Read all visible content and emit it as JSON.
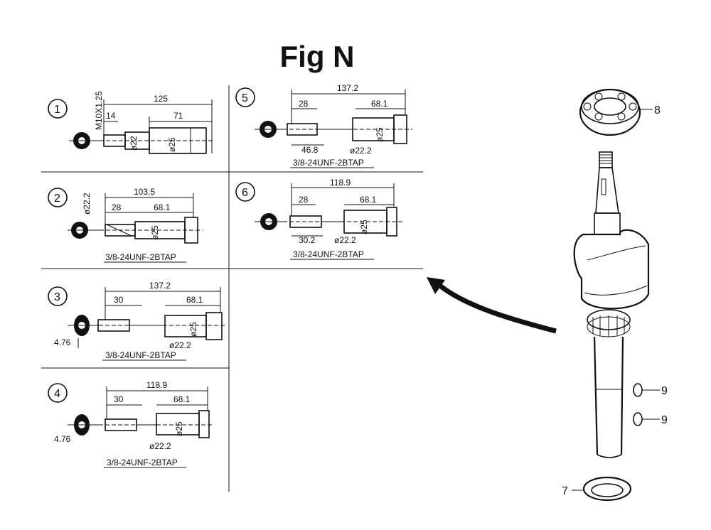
{
  "figure": {
    "title": "Fig N"
  },
  "variants": [
    {
      "id": "1",
      "dims": {
        "overall": "125",
        "thread": "M10X1.25",
        "a": "14",
        "b": "71",
        "d1": "ø22",
        "d2": "ø25"
      }
    },
    {
      "id": "2",
      "dims": {
        "overall": "103.5",
        "top": "ø22.2",
        "a": "28",
        "b": "68.1",
        "d2": "ø25"
      },
      "tap": "3/8-24UNF-2BTAP"
    },
    {
      "id": "3",
      "dims": {
        "overall": "137.2",
        "a": "30",
        "b": "68.1",
        "d1": "ø22.2",
        "d2": "ø25",
        "side": "4.76"
      },
      "tap": "3/8-24UNF-2BTAP"
    },
    {
      "id": "4",
      "dims": {
        "overall": "118.9",
        "a": "30",
        "b": "68.1",
        "d1": "ø22.2",
        "d2": "ø25",
        "side": "4.76"
      },
      "tap": "3/8-24UNF-2BTAP"
    },
    {
      "id": "5",
      "dims": {
        "overall": "137.2",
        "a": "28",
        "b": "68.1",
        "c": "46.8",
        "d1": "ø22.2",
        "d2": "ø25"
      },
      "tap": "3/8-24UNF-2BTAP"
    },
    {
      "id": "6",
      "dims": {
        "overall": "118.9",
        "a": "28",
        "b": "68.1",
        "c": "30.2",
        "d1": "ø22.2",
        "d2": "ø25"
      },
      "tap": "3/8-24UNF-2BTAP"
    }
  ],
  "callouts": {
    "bearing": "8",
    "key_a": "9",
    "key_b": "9",
    "seal": "7"
  }
}
